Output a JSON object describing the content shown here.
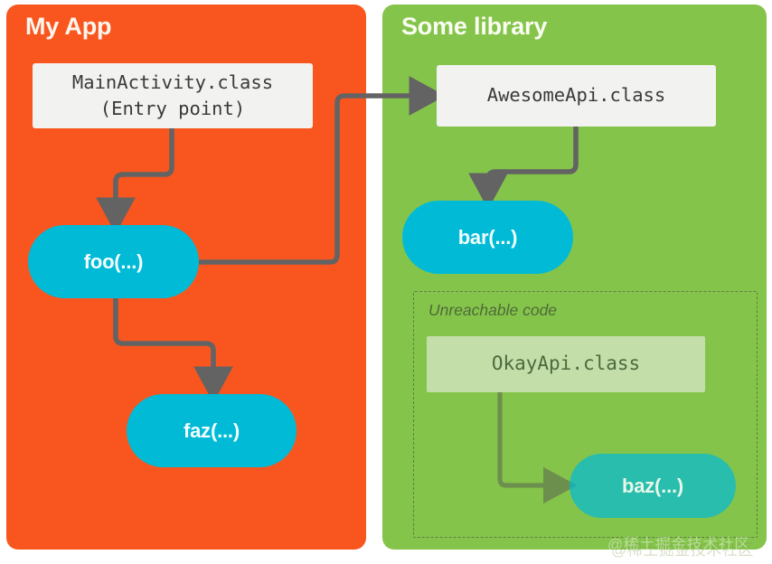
{
  "panels": [
    {
      "id": "my-app",
      "title": "My App",
      "color": "#f9561f"
    },
    {
      "id": "some-library",
      "title": "Some library",
      "color": "#85c44b"
    }
  ],
  "nodes": {
    "main_activity": {
      "line1": "MainActivity.class",
      "line2": "(Entry point)"
    },
    "foo": {
      "label": "foo(...)"
    },
    "faz": {
      "label": "faz(...)"
    },
    "awesome_api": {
      "label": "AwesomeApi.class"
    },
    "bar": {
      "label": "bar(...)"
    },
    "okay_api": {
      "label": "OkayApi.class"
    },
    "baz": {
      "label": "baz(...)"
    }
  },
  "groups": {
    "unreachable": {
      "label": "Unreachable code"
    }
  },
  "edges": [
    {
      "from": "main_activity",
      "to": "foo"
    },
    {
      "from": "foo",
      "to": "faz"
    },
    {
      "from": "foo",
      "to": "awesome_api"
    },
    {
      "from": "awesome_api",
      "to": "bar"
    },
    {
      "from": "okay_api",
      "to": "baz"
    }
  ],
  "colors": {
    "app_panel": "#f9561f",
    "library_panel": "#85c44b",
    "method_pill": "#00bad6",
    "class_box": "#f2f2f0",
    "arrow_active": "#636363",
    "arrow_unreachable": "#6d8f4e",
    "unreachable_border": "#5d7f44",
    "title_text": "#fdf6ee"
  },
  "watermark": {
    "text": "@稀土掘金技术社区"
  }
}
